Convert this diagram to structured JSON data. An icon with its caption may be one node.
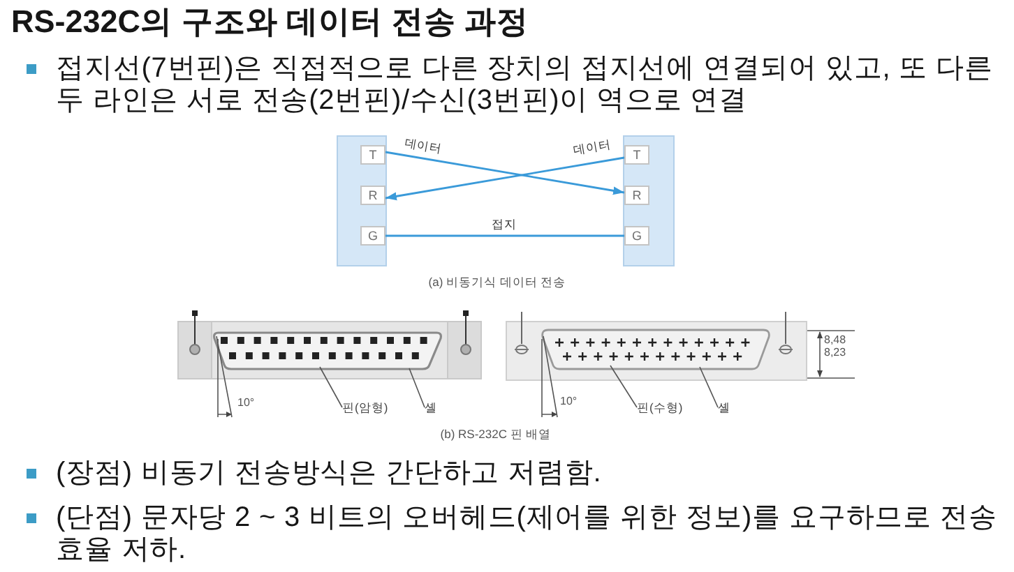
{
  "diagram": {
    "title": "RS-232C의 구조와 데이터 전송 과정",
    "nodes": [
      {
        "text": [],
        "shape": "box"
      },
      {
        "text": [
          "T"
        ],
        "in": 0
      },
      {
        "text": [
          "R"
        ],
        "in": 0
      },
      {
        "text": [
          "G"
        ],
        "in": 0
      },
      {
        "text": [],
        "shape": "box"
      },
      {
        "text": [
          "T"
        ],
        "in": 4
      },
      {
        "text": [
          "R"
        ],
        "in": 4
      },
      {
        "text": [
          "G"
        ],
        "in": 4
      },
      {
        "text": [
          "핀(암형)"
        ]
      },
      {
        "text": [
          "셸"
        ]
      },
      {
        "text": [
          "핀(수형)"
        ]
      },
      {
        "text": [
          "셸"
        ]
      }
    ],
    "edges": [
      {
        "from": 1,
        "to": 6,
        "arrow": "to",
        "label": "데이터",
        "color": "#3a9ad9"
      },
      {
        "from": 5,
        "to": 2,
        "arrow": "to",
        "label": "데이터",
        "color": "#3a9ad9"
      },
      {
        "from": 3,
        "to": 7,
        "arrow": "none",
        "label": "접지",
        "color": "#3a9ad9"
      },
      {
        "from": 8,
        "to": null,
        "arrow": "none"
      },
      {
        "from": 9,
        "to": null,
        "arrow": "none"
      },
      {
        "from": 10,
        "to": null,
        "arrow": "none"
      },
      {
        "from": 11,
        "to": null,
        "arrow": "none"
      }
    ],
    "labels": [
      "접지선(7번핀)은 직접적으로 다른 장치의 접지선에 연결되어 있고, 또 다른 두 라인은 서로 전송(2번핀)/수신(3번핀)이 역으로 연결",
      "(a) 비동기식 데이터 전송",
      "8,48",
      "8,23",
      "10°",
      "10°",
      "(b) RS-232C 핀 배열",
      "(장점) 비동기 전송방식은 간단하고 저렴함.",
      "(단점) 문자당 2 ~ 3 비트의 오버헤드(제어를 위한 정보)를 요구하므로 전송 효율 저하."
    ]
  }
}
